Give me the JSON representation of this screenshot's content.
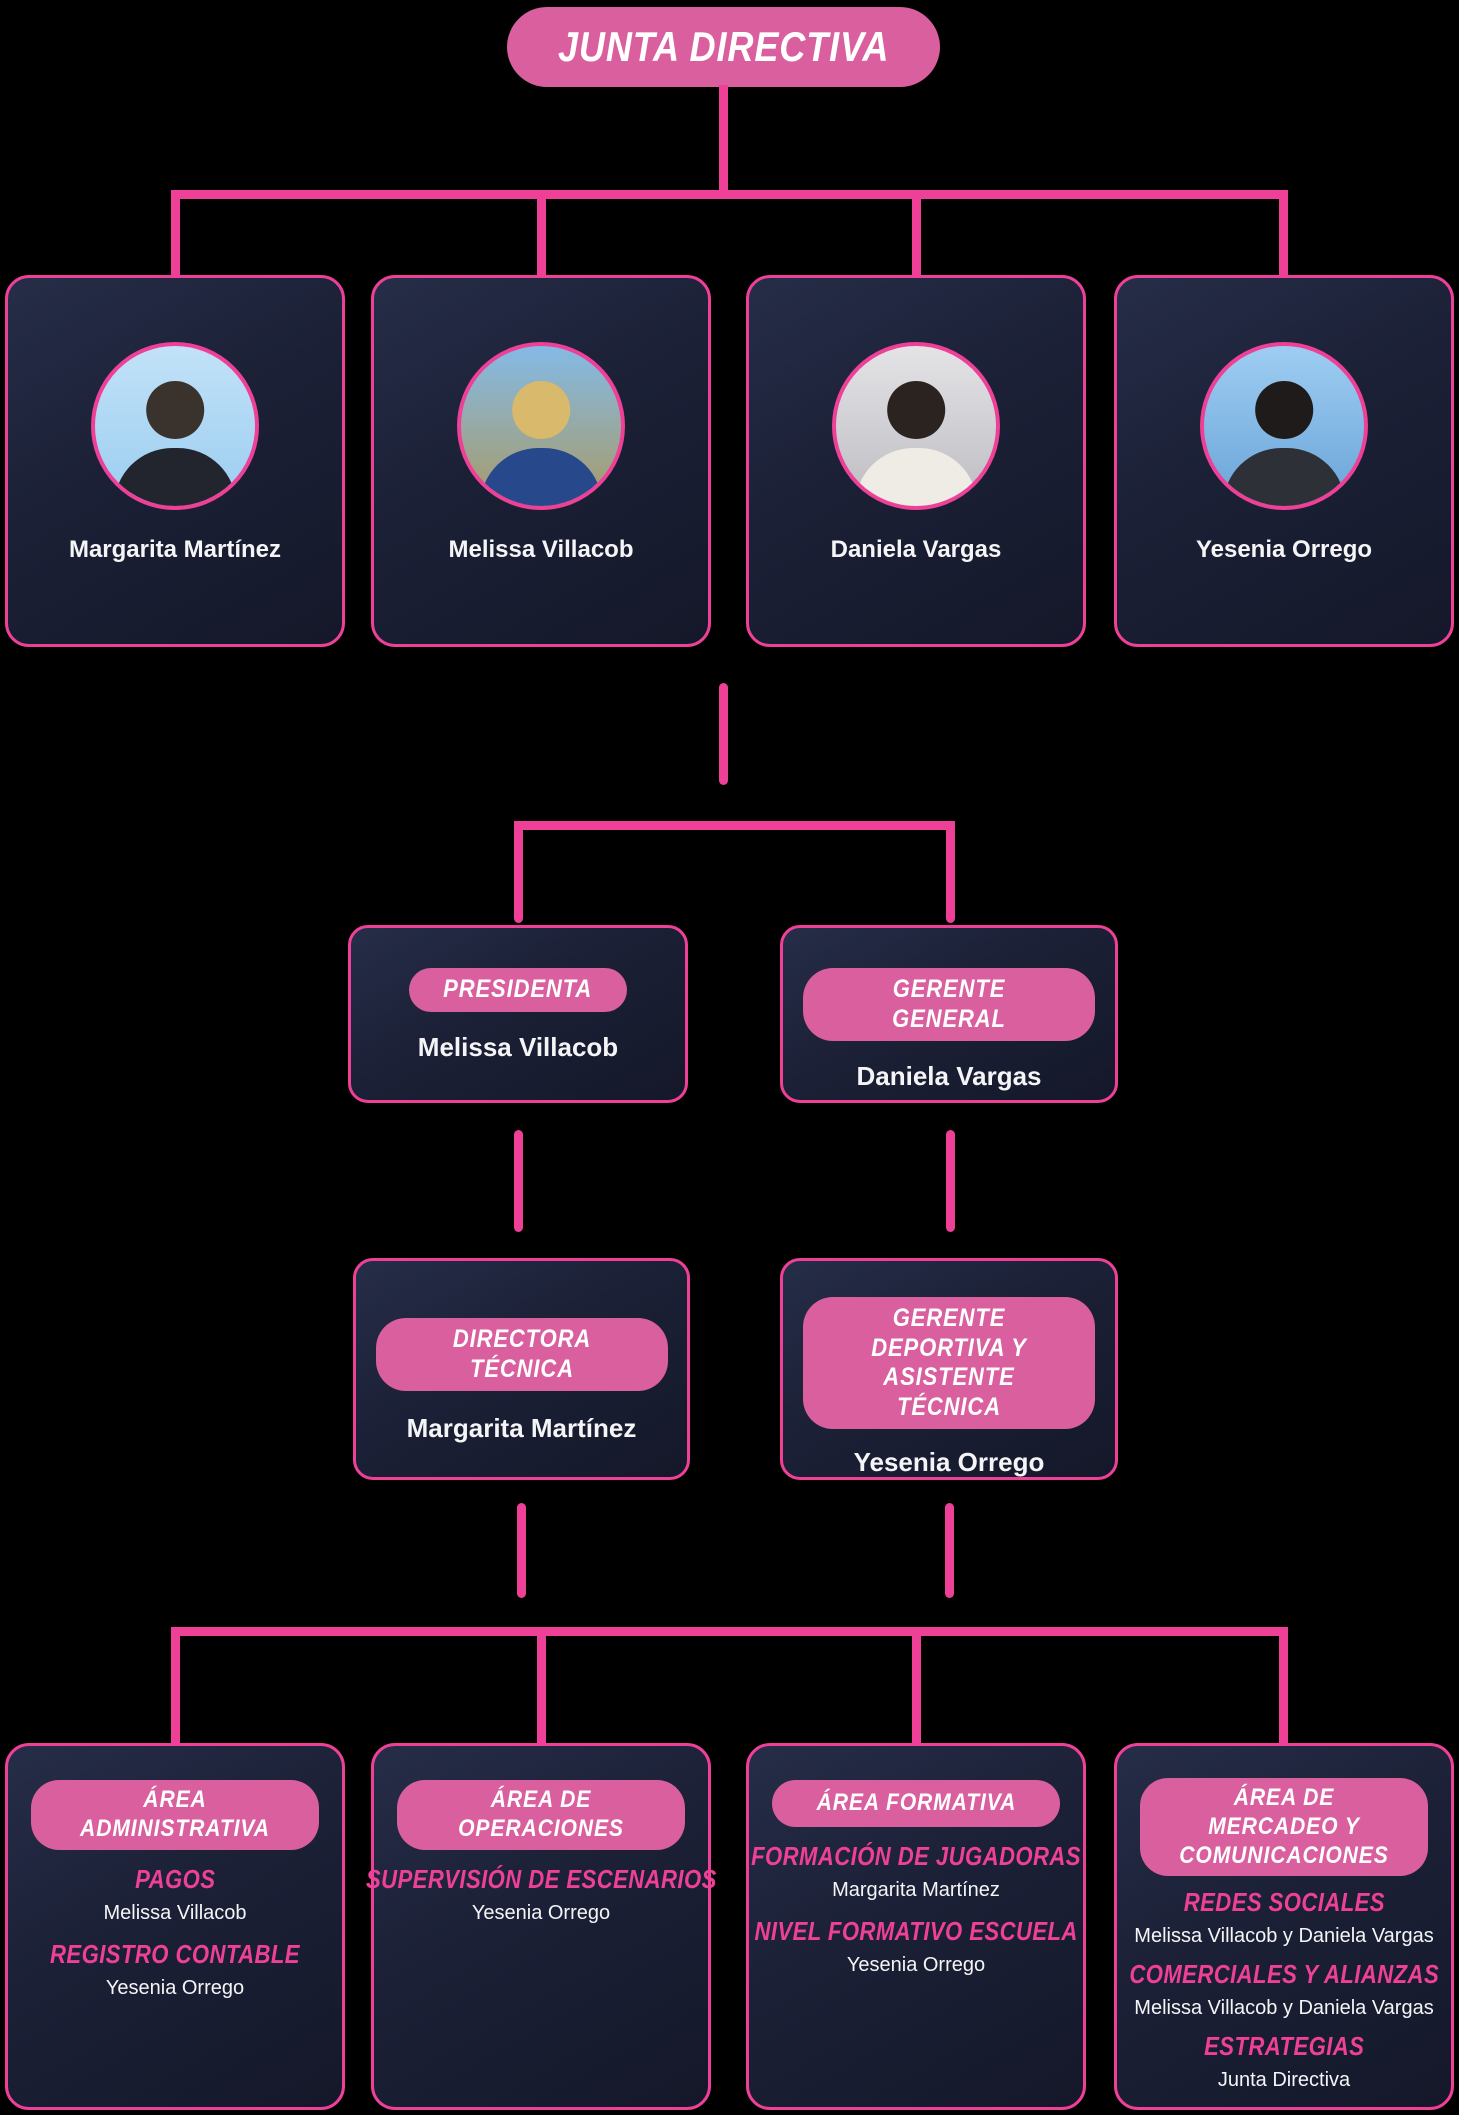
{
  "title": "JUNTA DIRECTIVA",
  "colors": {
    "background": "#000000",
    "connector_pink": "#ee4097",
    "pill_pink": "#d95f9e",
    "card_border_pink": "#ee4097",
    "card_bg_top": "#262d48",
    "card_bg_bottom": "#141829",
    "text_white": "#f5f5f7",
    "accent_text_pink": "#ee4097"
  },
  "board_members": [
    {
      "name": "Margarita Martínez",
      "photo_desc": "portrait, dark short hair, black blazer, light blue background",
      "photo": {
        "top": "#c2e2f8",
        "bottom": "#9bcdf0",
        "head": "#3a322c",
        "body": "#23252e"
      }
    },
    {
      "name": "Melissa Villacob",
      "photo_desc": "portrait, blonde woman in blue jacket at stadium",
      "photo": {
        "top": "#84bae6",
        "bottom": "#a89a66",
        "head": "#d9b96c",
        "body": "#27498c"
      }
    },
    {
      "name": "Daniela Vargas",
      "photo_desc": "portrait, dark hair, white blazer, grey studio background",
      "photo": {
        "top": "#e4e4e7",
        "bottom": "#bcbcc2",
        "head": "#2b2320",
        "body": "#efece6"
      }
    },
    {
      "name": "Yesenia Orrego",
      "photo_desc": "portrait outdoors, blue sky background, dark jacket",
      "photo": {
        "top": "#9ecdf2",
        "bottom": "#6aa4d8",
        "head": "#1f1b1b",
        "body": "#2e3038"
      }
    }
  ],
  "level2": [
    {
      "role": "PRESIDENTA",
      "name": "Melissa Villacob"
    },
    {
      "role": "GERENTE GENERAL",
      "name": "Daniela Vargas"
    }
  ],
  "level3": [
    {
      "role": "DIRECTORA TÉCNICA",
      "name": "Margarita Martínez"
    },
    {
      "role": "GERENTE DEPORTIVA Y ASISTENTE TÉCNICA",
      "name": "Yesenia Orrego"
    }
  ],
  "areas": [
    {
      "title": "ÁREA ADMINISTRATIVA",
      "items": [
        {
          "role": "PAGOS",
          "name": "Melissa Villacob"
        },
        {
          "role": "REGISTRO CONTABLE",
          "name": "Yesenia Orrego"
        }
      ]
    },
    {
      "title": "ÁREA DE OPERACIONES",
      "items": [
        {
          "role": "SUPERVISIÓN DE ESCENARIOS",
          "name": "Yesenia Orrego"
        }
      ]
    },
    {
      "title": "ÁREA FORMATIVA",
      "items": [
        {
          "role": "FORMACIÓN DE JUGADORAS",
          "name": "Margarita Martínez"
        },
        {
          "role": "NIVEL FORMATIVO ESCUELA",
          "name": "Yesenia Orrego"
        }
      ]
    },
    {
      "title": "ÁREA DE MERCADEO Y COMUNICACIONES",
      "items": [
        {
          "role": "REDES SOCIALES",
          "name": "Melissa Villacob y Daniela Vargas"
        },
        {
          "role": "COMERCIALES Y ALIANZAS",
          "name": "Melissa Villacob y Daniela Vargas"
        },
        {
          "role": "ESTRATEGIAS",
          "name": "Junta Directiva"
        }
      ]
    }
  ]
}
